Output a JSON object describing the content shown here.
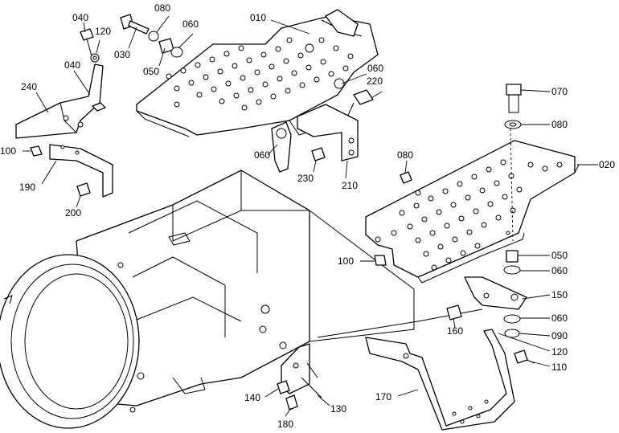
{
  "colors": {
    "line": "#000000",
    "background": "#ffffff"
  },
  "callouts": [
    {
      "id": "c010a",
      "text": "010"
    },
    {
      "id": "c020",
      "text": "020"
    },
    {
      "id": "c030",
      "text": "030"
    },
    {
      "id": "c040a",
      "text": "040"
    },
    {
      "id": "c040b",
      "text": "040"
    },
    {
      "id": "c050a",
      "text": "050"
    },
    {
      "id": "c050b",
      "text": "050"
    },
    {
      "id": "c060a",
      "text": "060"
    },
    {
      "id": "c060b",
      "text": "060"
    },
    {
      "id": "c060c",
      "text": "060"
    },
    {
      "id": "c060d",
      "text": "060"
    },
    {
      "id": "c060e",
      "text": "060"
    },
    {
      "id": "c070",
      "text": "070"
    },
    {
      "id": "c080a",
      "text": "080"
    },
    {
      "id": "c080b",
      "text": "080"
    },
    {
      "id": "c080c",
      "text": "080"
    },
    {
      "id": "c090",
      "text": "090"
    },
    {
      "id": "c100a",
      "text": "100"
    },
    {
      "id": "c100b",
      "text": "100"
    },
    {
      "id": "c110",
      "text": "110"
    },
    {
      "id": "c120a",
      "text": "120"
    },
    {
      "id": "c120b",
      "text": "120"
    },
    {
      "id": "c130",
      "text": "130"
    },
    {
      "id": "c140",
      "text": "140"
    },
    {
      "id": "c150",
      "text": "150"
    },
    {
      "id": "c160",
      "text": "160"
    },
    {
      "id": "c170",
      "text": "170"
    },
    {
      "id": "c180",
      "text": "180"
    },
    {
      "id": "c190",
      "text": "190"
    },
    {
      "id": "c200",
      "text": "200"
    },
    {
      "id": "c210",
      "text": "210"
    },
    {
      "id": "c220",
      "text": "220"
    },
    {
      "id": "c230",
      "text": "230"
    },
    {
      "id": "c240",
      "text": "240"
    }
  ]
}
